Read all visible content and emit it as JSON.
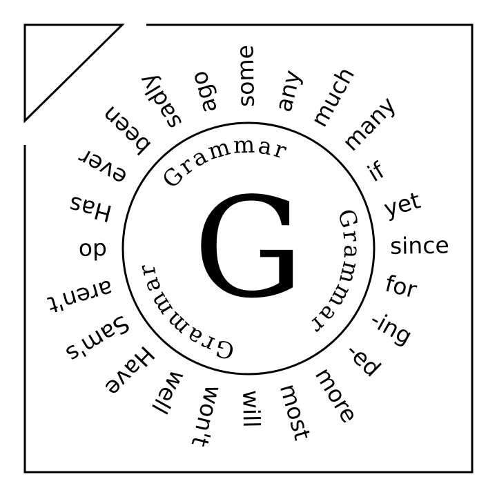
{
  "center": {
    "letter": "G",
    "arc_label_top": "Grammar",
    "arc_label_right": "Grammar",
    "arc_label_left": "Grammar"
  },
  "wheel_words": [
    "some",
    "any",
    "much",
    "many",
    "if",
    "yet",
    "since",
    "for",
    "-ing",
    "-ed",
    "more",
    "most",
    "will",
    "won't",
    "well",
    "Have",
    "Sam's",
    "aren't",
    "do",
    "Has",
    "ever",
    "been",
    "sadly",
    "ago"
  ],
  "colors": {
    "ink": "#000000",
    "paper": "#ffffff"
  }
}
